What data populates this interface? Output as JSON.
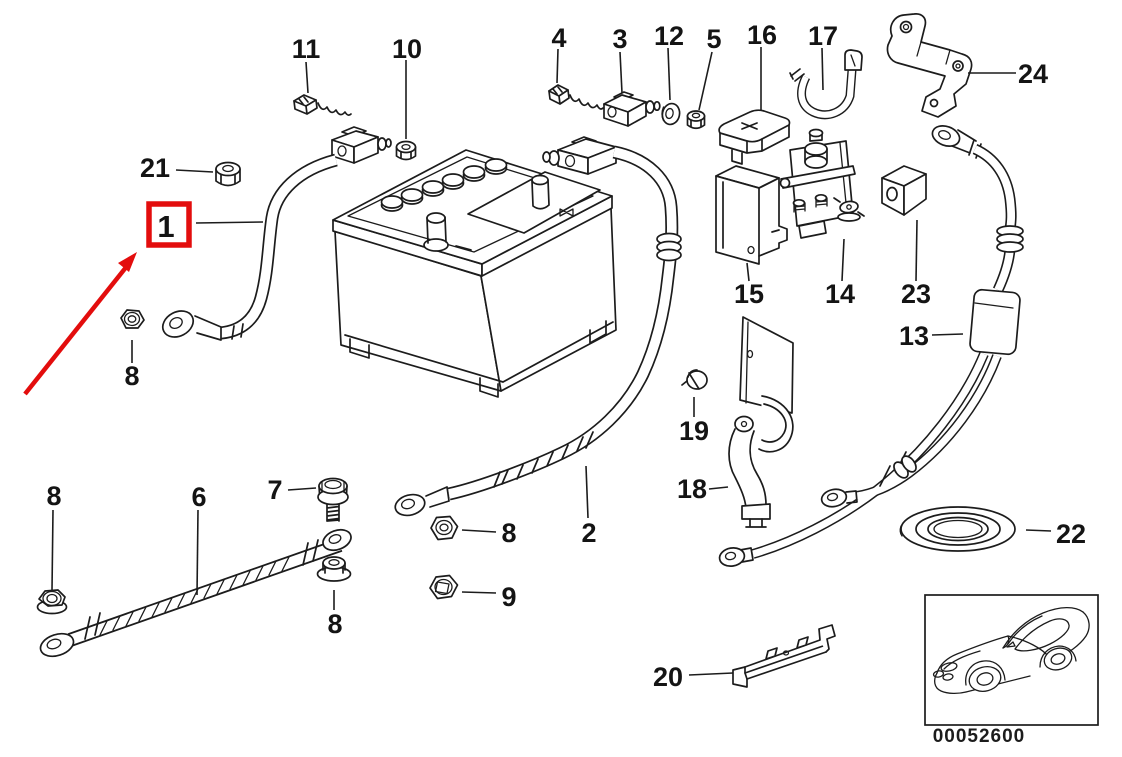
{
  "diagram": {
    "code": "00052600",
    "highlighted_callout": "1",
    "colors": {
      "highlight": "#e30d0d",
      "line": "#1c1c1c",
      "background": "#ffffff"
    },
    "callouts": {
      "c1": "1",
      "c2": "2",
      "c3": "3",
      "c4": "4",
      "c5": "5",
      "c6": "6",
      "c7": "7",
      "c8": "8",
      "c9": "9",
      "c10": "10",
      "c11": "11",
      "c12": "12",
      "c13": "13",
      "c14": "14",
      "c15": "15",
      "c16": "16",
      "c17": "17",
      "c18": "18",
      "c19": "19",
      "c20": "20",
      "c21": "21",
      "c22": "22",
      "c23": "23",
      "c24": "24"
    }
  }
}
